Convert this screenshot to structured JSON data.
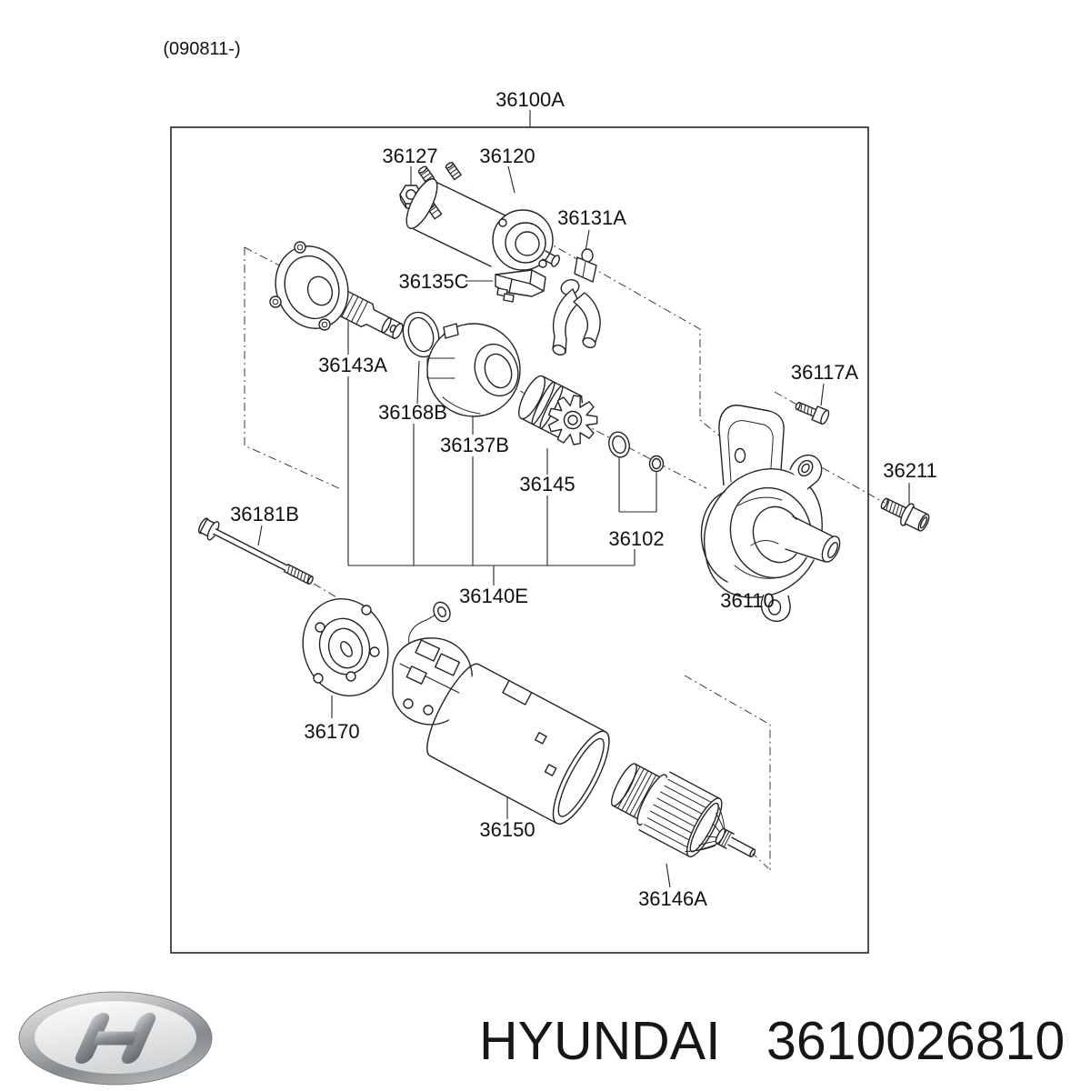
{
  "header": {
    "revision_code": "(090811-)"
  },
  "diagram": {
    "assembly_label": "36100A",
    "labels": {
      "nut": "36127",
      "solenoid": "36120",
      "fork_lever": "36131A",
      "contact_plate": "36135C",
      "gear_shaft": "36143A",
      "washer": "36168B",
      "clutch_housing": "36137B",
      "pinion_drive": "36145",
      "stop_rings": "36102",
      "shaft_subassembly": "36140E",
      "front_bracket": "36110",
      "bracket_bolt": "36117A",
      "mount_bolt": "36211",
      "through_bolt": "36181B",
      "rear_end_plate": "36170",
      "yoke_housing": "36150",
      "armature": "36146A"
    }
  },
  "footer": {
    "brand": "HYUNDAI",
    "part_number": "3610026810",
    "logo_name": "hyundai-logo",
    "logo_colors": {
      "ring_light": "#e9eaeb",
      "ring_dark": "#6f7276",
      "face": "#f4f5f5",
      "h_dark": "#7c8084"
    }
  },
  "ink_color": "#242424"
}
